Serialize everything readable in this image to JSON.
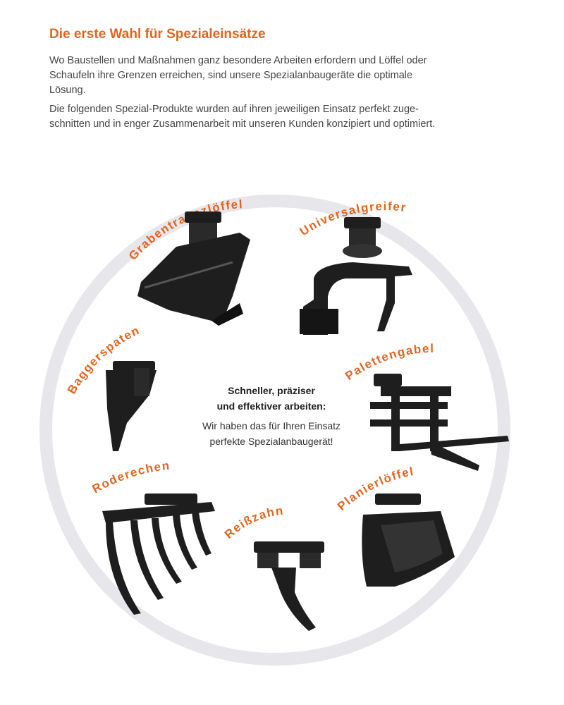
{
  "heading": "Die erste Wahl für Spezialeinsätze",
  "paragraph1": [
    "Wo Baustellen und Maßnahmen ganz besondere Arbeiten erfordern und Löffel oder",
    "Schaufeln ihre Grenzen erreichen, sind unsere Spezialanbaugeräte die optimale",
    "Lösung."
  ],
  "paragraph2": [
    "Die folgenden Spezial-Produkte wurden auf ihren jeweiligen Einsatz perfekt zuge-",
    "schnitten und in enger Zusammenarbeit mit unseren Kunden konzipiert und optimiert."
  ],
  "center": {
    "bold_line1": "Schneller, präziser",
    "bold_line2": "und effektiver arbeiten:",
    "line3": "Wir haben das für Ihren Einsatz",
    "line4": "perfekte Spezialanbaugerät!"
  },
  "products": [
    {
      "label": "Grabentrapezlöffel",
      "icon": "trapezoid-ditch-bucket-icon"
    },
    {
      "label": "Universalgreifer",
      "icon": "universal-grab-icon"
    },
    {
      "label": "Baggerspaten",
      "icon": "excavator-spade-icon"
    },
    {
      "label": "Palettengabel",
      "icon": "pallet-fork-icon"
    },
    {
      "label": "Roderechen",
      "icon": "clearing-rake-icon"
    },
    {
      "label": "Reißzahn",
      "icon": "ripper-tooth-icon"
    },
    {
      "label": "Planierlöffel",
      "icon": "grading-bucket-icon"
    }
  ],
  "colors": {
    "accent": "#e0651f",
    "ring": "#e6e6eb",
    "steel": "#1e1e1e"
  }
}
